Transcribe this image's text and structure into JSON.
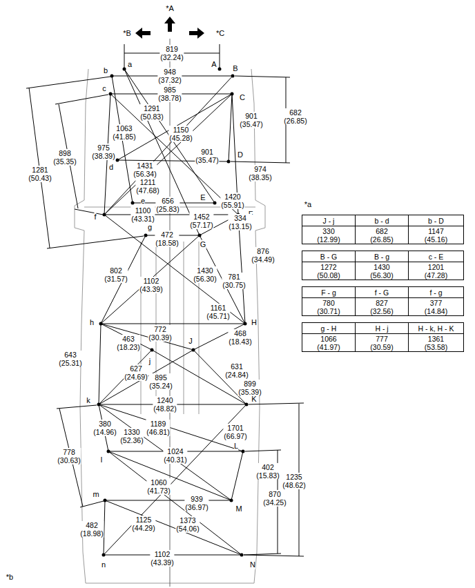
{
  "diagram": {
    "labels": [
      "*A",
      "*B",
      "*C",
      "819 (32.24)",
      "a",
      "A",
      "b",
      "948 (37.32)",
      "B",
      "985 (38.78)",
      "c",
      "C",
      "1291 (50.83)",
      "682 (26.85)",
      "901 (35.47)",
      "1063 (41.85)",
      "1150 (45.28)",
      "1281 (50.43)",
      "898 (35.35)",
      "975 (38.39)",
      "D",
      "901 (35.47)",
      "d",
      "1431 (56.34)",
      "974 (38.35)",
      "1211 (47.68)",
      "e",
      "E",
      "656 (25.83)",
      "1420 (55.91)",
      "f",
      "F",
      "1100 (43.31)",
      "1452 (57.17)",
      "334 (13.15)",
      "g",
      "472 (18.58)",
      "G",
      "876 (34.49)",
      "802 (31.57)",
      "1430 (56.30)",
      "781 (30.75)",
      "1102 (43.39)",
      "1161 (45.71)",
      "h",
      "H",
      "772 (30.39)",
      "468 (18.43)",
      "463 (18.23)",
      "J",
      "643 (25.31)",
      "j",
      "631 (24.84)",
      "627 (24.69)",
      "895 (35.24)",
      "899 (35.39)",
      "k",
      "K",
      "1240 (48.82)",
      "380 (14.96)",
      "1189 (46.81)",
      "1701 (66.97)",
      "1330 (52.36)",
      "L",
      "1024 (40.31)",
      "778 (30.63)",
      "l",
      "402 (15.83)",
      "1235 (48.62)",
      "1060 (41.73)",
      "870 (34.25)",
      "m",
      "939 (36.97)",
      "M",
      "1125 (44.29)",
      "1373 (54.06)",
      "482 (18.98)",
      "1102 (43.39)",
      "n",
      "N",
      "*a",
      "*b",
      "J - j",
      "b - d",
      "b - D",
      "330 (12.99)",
      "682 (26.85)",
      "1147 (45.16)",
      "B - G",
      "B - g",
      "c - E",
      "1272 (50.08)",
      "1430 (56.30)",
      "1201 (47.28)",
      "F - g",
      "f - G",
      "f - g",
      "780 (30.71)",
      "827 (32.56)",
      "377 (14.84)",
      "g - H",
      "H - j",
      "H - k, H - K",
      "1066 (41.97)",
      "777 (30.59)",
      "1361 (53.58)"
    ]
  }
}
